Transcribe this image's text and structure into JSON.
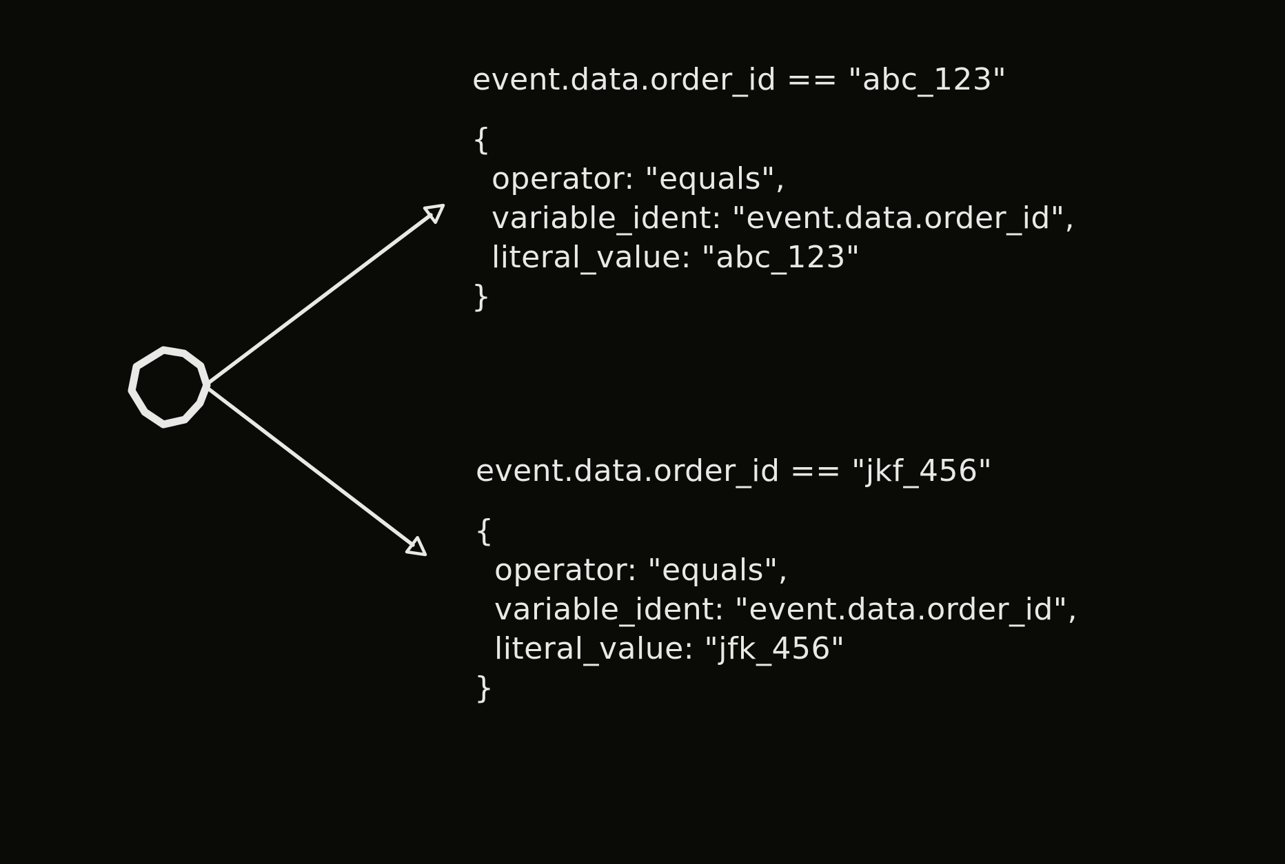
{
  "canvas": {
    "background": "#0a0a07",
    "stroke_color": "#e8e8e6"
  },
  "diagram": {
    "node": {
      "shape": "hand-drawn-circle"
    },
    "branches": [
      {
        "title": "event.data.order_id == \"abc_123\"",
        "lines": [
          "{",
          "  operator: \"equals\",",
          "  variable_ident: \"event.data.order_id\",",
          "  literal_value: \"abc_123\"",
          "}"
        ]
      },
      {
        "title": "event.data.order_id == \"jkf_456\"",
        "lines": [
          "{",
          "  operator: \"equals\",",
          "  variable_ident: \"event.data.order_id\",",
          "  literal_value: \"jfk_456\"",
          "}"
        ]
      }
    ]
  }
}
